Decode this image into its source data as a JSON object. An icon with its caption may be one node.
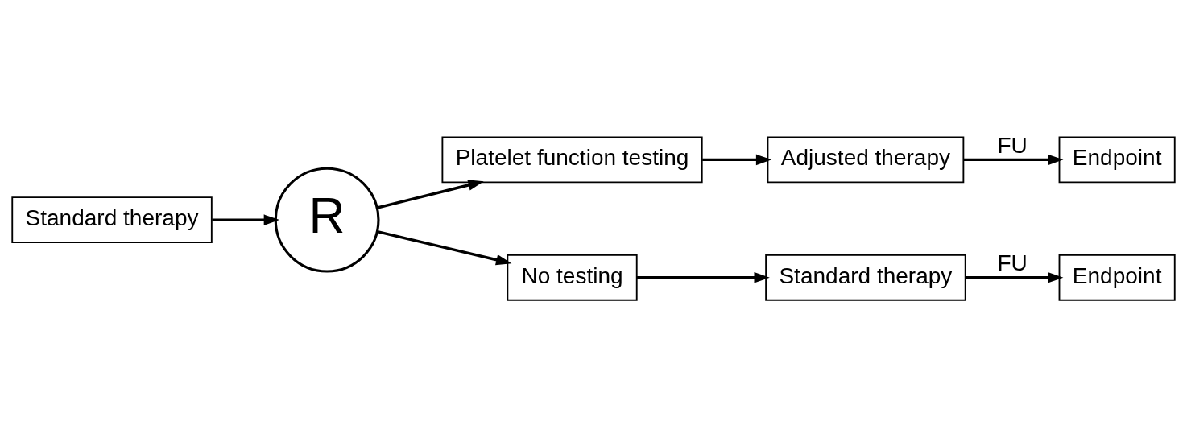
{
  "diagram": {
    "nodes": [
      {
        "text": [
          "Standard therapy"
        ]
      },
      {
        "text": [
          "R"
        ]
      },
      {
        "text": [
          "Platelet function testing"
        ]
      },
      {
        "text": [
          "Adjusted therapy"
        ]
      },
      {
        "text": [
          "Endpoint"
        ]
      },
      {
        "text": [
          "No testing"
        ]
      },
      {
        "text": [
          "Standard therapy"
        ]
      },
      {
        "text": [
          "Endpoint"
        ]
      }
    ],
    "edges": [
      {
        "from": 0,
        "to": 1,
        "arrow": "to"
      },
      {
        "from": 1,
        "to": 2,
        "arrow": "to"
      },
      {
        "from": 2,
        "to": 3,
        "arrow": "to"
      },
      {
        "from": 3,
        "to": 4,
        "arrow": "to",
        "label": "FU"
      },
      {
        "from": 1,
        "to": 5,
        "arrow": "to"
      },
      {
        "from": 5,
        "to": 6,
        "arrow": "to"
      },
      {
        "from": 6,
        "to": 7,
        "arrow": "to",
        "label": "FU"
      }
    ]
  }
}
